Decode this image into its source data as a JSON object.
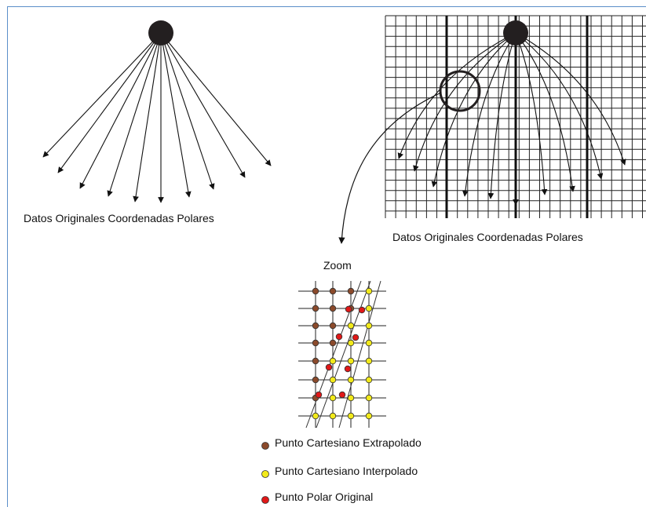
{
  "labels": {
    "left_caption": "Datos Originales Coordenadas Polares",
    "right_caption": "Datos Originales Coordenadas Polares",
    "zoom_title": "Zoom"
  },
  "legend": [
    {
      "label": "Punto Cartesiano Extrapolado",
      "color": "#8b4a2b"
    },
    {
      "label": "Punto Cartesiano Interpolado",
      "color": "#f2ea1a"
    },
    {
      "label": "Punto Polar Original",
      "color": "#e01818"
    }
  ],
  "colors": {
    "frame": "#5b8fc9",
    "source": "#231f20",
    "lines": "#111111"
  }
}
